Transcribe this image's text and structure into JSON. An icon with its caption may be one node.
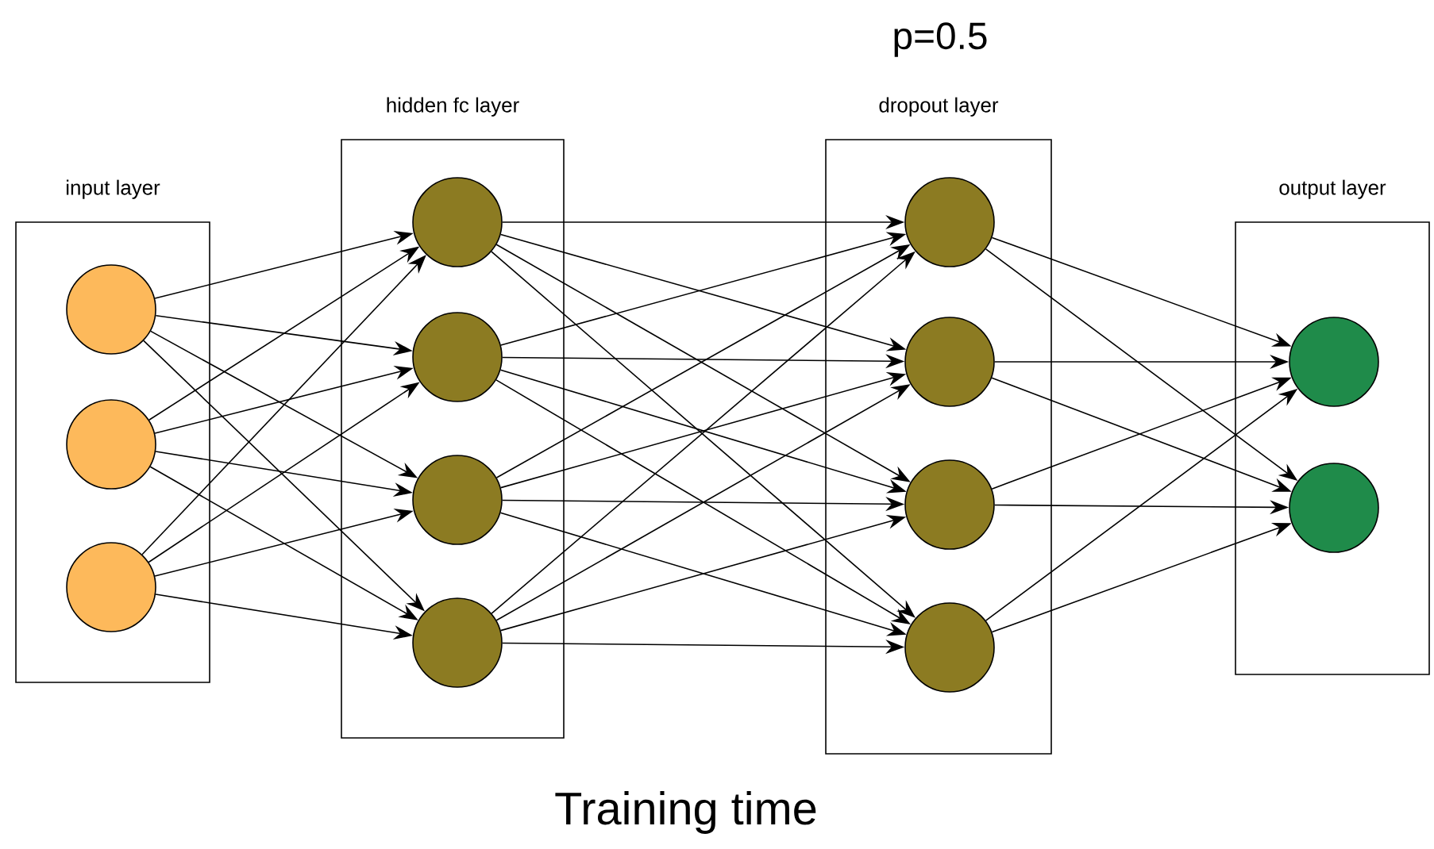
{
  "diagram": {
    "caption": "Training time",
    "nodes": [
      {
        "text": [
          "input layer"
        ]
      },
      {
        "text": [],
        "shape": "circle",
        "in": 0
      },
      {
        "text": [],
        "shape": "circle",
        "in": 0
      },
      {
        "text": [],
        "shape": "circle",
        "in": 0
      },
      {
        "text": [
          "hidden fc layer"
        ]
      },
      {
        "text": [],
        "shape": "circle",
        "in": 4
      },
      {
        "text": [],
        "shape": "circle",
        "in": 4
      },
      {
        "text": [],
        "shape": "circle",
        "in": 4
      },
      {
        "text": [],
        "shape": "circle",
        "in": 4
      },
      {
        "text": [
          "dropout layer"
        ]
      },
      {
        "text": [],
        "shape": "circle",
        "in": 9
      },
      {
        "text": [],
        "shape": "circle",
        "in": 9
      },
      {
        "text": [],
        "shape": "circle",
        "in": 9
      },
      {
        "text": [],
        "shape": "circle",
        "in": 9
      },
      {
        "text": [
          "output layer"
        ]
      },
      {
        "text": [],
        "shape": "circle",
        "in": 14
      },
      {
        "text": [],
        "shape": "circle",
        "in": 14
      }
    ],
    "edges": [
      {
        "from": 1,
        "to": 5,
        "arrow": "to"
      },
      {
        "from": 1,
        "to": 6,
        "arrow": "to"
      },
      {
        "from": 1,
        "to": 7,
        "arrow": "to"
      },
      {
        "from": 1,
        "to": 8,
        "arrow": "to"
      },
      {
        "from": 2,
        "to": 5,
        "arrow": "to"
      },
      {
        "from": 2,
        "to": 6,
        "arrow": "to"
      },
      {
        "from": 2,
        "to": 7,
        "arrow": "to"
      },
      {
        "from": 2,
        "to": 8,
        "arrow": "to"
      },
      {
        "from": 3,
        "to": 5,
        "arrow": "to"
      },
      {
        "from": 3,
        "to": 6,
        "arrow": "to"
      },
      {
        "from": 3,
        "to": 7,
        "arrow": "to"
      },
      {
        "from": 3,
        "to": 8,
        "arrow": "to"
      },
      {
        "from": 5,
        "to": 10,
        "arrow": "to"
      },
      {
        "from": 5,
        "to": 11,
        "arrow": "to"
      },
      {
        "from": 5,
        "to": 12,
        "arrow": "to"
      },
      {
        "from": 5,
        "to": 13,
        "arrow": "to"
      },
      {
        "from": 6,
        "to": 10,
        "arrow": "to"
      },
      {
        "from": 6,
        "to": 11,
        "arrow": "to"
      },
      {
        "from": 6,
        "to": 12,
        "arrow": "to"
      },
      {
        "from": 6,
        "to": 13,
        "arrow": "to"
      },
      {
        "from": 7,
        "to": 10,
        "arrow": "to"
      },
      {
        "from": 7,
        "to": 11,
        "arrow": "to"
      },
      {
        "from": 7,
        "to": 12,
        "arrow": "to"
      },
      {
        "from": 7,
        "to": 13,
        "arrow": "to"
      },
      {
        "from": 8,
        "to": 10,
        "arrow": "to"
      },
      {
        "from": 8,
        "to": 11,
        "arrow": "to"
      },
      {
        "from": 8,
        "to": 12,
        "arrow": "to"
      },
      {
        "from": 8,
        "to": 13,
        "arrow": "to"
      },
      {
        "from": 10,
        "to": 15,
        "arrow": "to"
      },
      {
        "from": 10,
        "to": 16,
        "arrow": "to"
      },
      {
        "from": 11,
        "to": 15,
        "arrow": "to"
      },
      {
        "from": 11,
        "to": 16,
        "arrow": "to"
      },
      {
        "from": 12,
        "to": 15,
        "arrow": "to"
      },
      {
        "from": 12,
        "to": 16,
        "arrow": "to"
      },
      {
        "from": 13,
        "to": 15,
        "arrow": "to"
      },
      {
        "from": 13,
        "to": 16,
        "arrow": "to"
      }
    ],
    "labels": [
      "p=0.5"
    ]
  }
}
